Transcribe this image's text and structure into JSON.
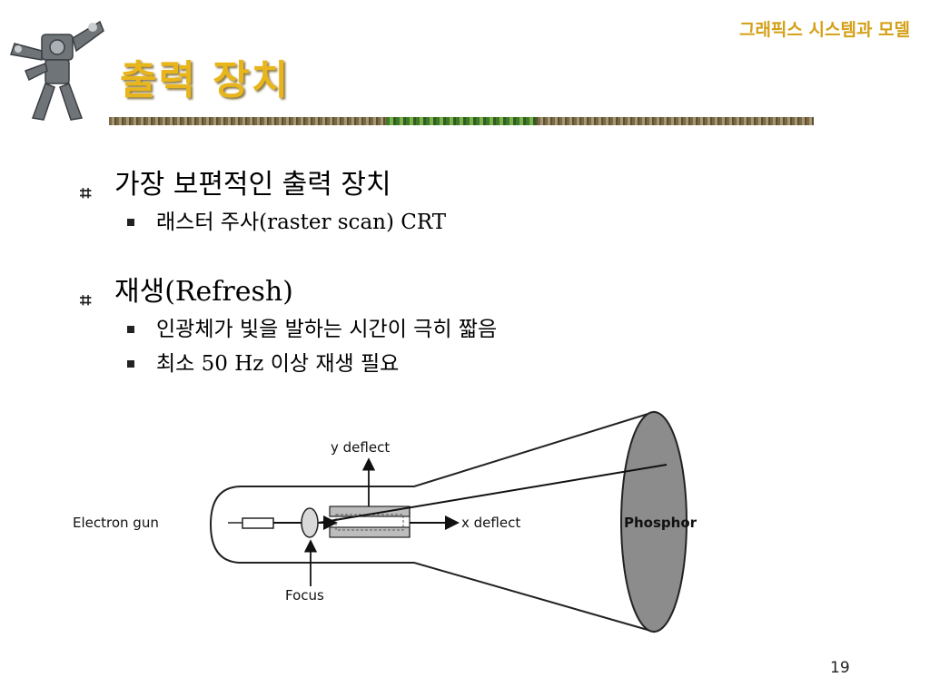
{
  "header": {
    "subtitle": "그래픽스 시스템과 모델"
  },
  "slide": {
    "title": "출력 장치",
    "page_number": "19"
  },
  "bullets": [
    {
      "text": "가장 보편적인 출력 장치",
      "children": [
        "래스터 주사(raster scan) CRT"
      ]
    },
    {
      "text": "재생(Refresh)",
      "children": [
        "인광체가 빛을 발하는 시간이 극히 짧음",
        "최소 50 Hz 이상 재생 필요"
      ]
    }
  ],
  "diagram": {
    "labels": {
      "electron_gun": "Electron gun",
      "y_deflect": "y deflect",
      "x_deflect": "x deflect",
      "focus": "Focus",
      "phosphor": "Phosphor"
    }
  },
  "colors": {
    "title": "#e8b51c",
    "header": "#d4a017",
    "phosphor_screen": "#8c8c8c"
  }
}
